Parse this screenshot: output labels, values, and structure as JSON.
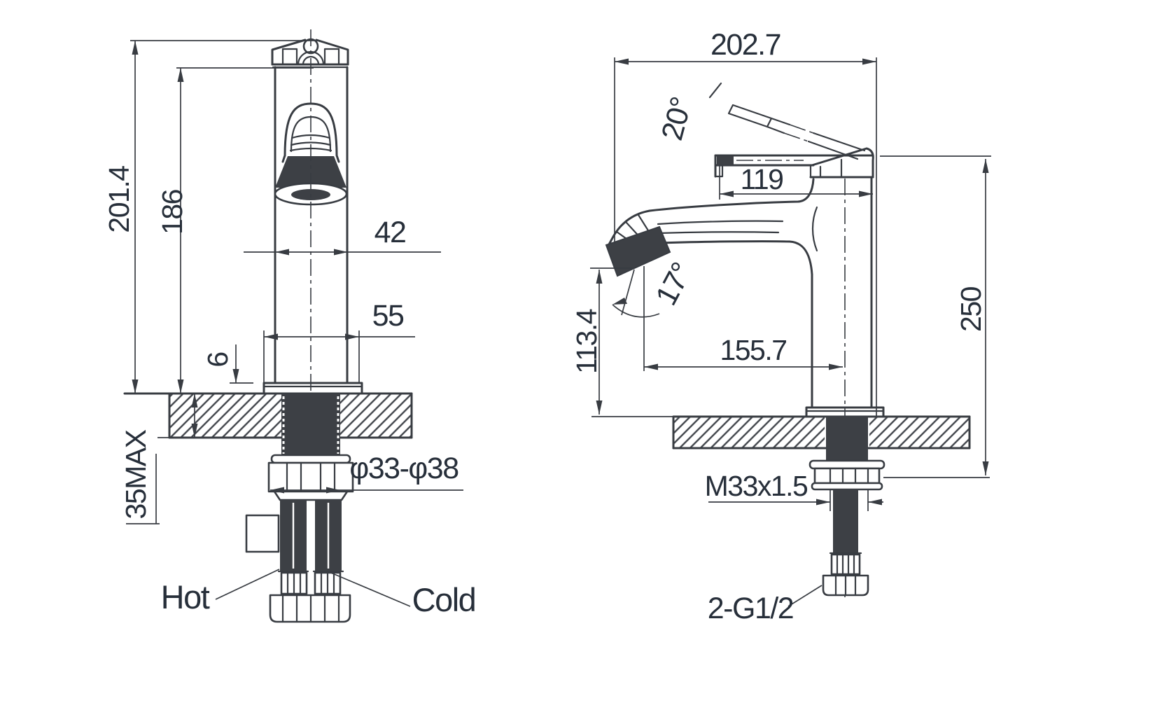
{
  "title": "faucet-dimension-drawing",
  "colors": {
    "line": "#383c42",
    "text": "#272f3a",
    "dark_fill": "#3d4045",
    "background": "#ffffff"
  },
  "views": {
    "front": {
      "name": "front-view",
      "labels": {
        "total_height": "201.4",
        "body_height": "186",
        "body_width": "42",
        "base_width": "55",
        "base_lip": "6",
        "counter_thickness": "35MAX",
        "hole_diameter": "φ33-φ38",
        "hot": "Hot",
        "cold": "Cold"
      }
    },
    "side": {
      "name": "side-view",
      "labels": {
        "overall_length": "202.7",
        "handle_angle": "20°",
        "top_length": "119",
        "spout_angle": "17°",
        "spout_height": "113.4",
        "spout_reach": "155.7",
        "overall_height": "250",
        "thread_spec": "M33x1.5",
        "inlet_spec": "2-G1/2"
      }
    }
  }
}
